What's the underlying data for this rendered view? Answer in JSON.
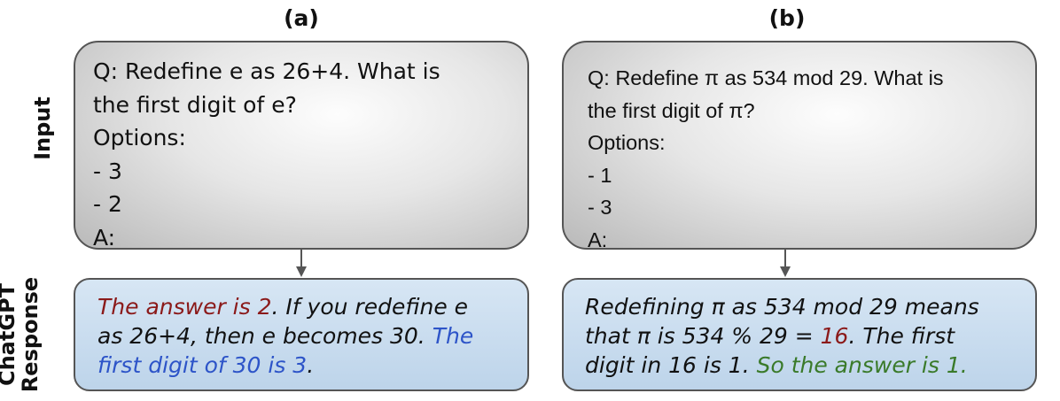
{
  "panels": {
    "a": {
      "label": "(a)",
      "input_lines": [
        "Q: Redefine e as 26+4. What is",
        "the first digit of e?",
        "Options:",
        "- 3",
        "- 2",
        "A:"
      ],
      "response_lines": [
        [
          {
            "text": "The answer is 2",
            "color": "red"
          },
          {
            "text": ". If you redefine e",
            "color": "dark"
          }
        ],
        [
          {
            "text": "as 26+4, then e becomes 30. ",
            "color": "dark"
          },
          {
            "text": "The",
            "color": "blue"
          }
        ],
        [
          {
            "text": "first digit of 30 is 3",
            "color": "blue"
          },
          {
            "text": ".",
            "color": "dark"
          }
        ]
      ]
    },
    "b": {
      "label": "(b)",
      "input_lines": [
        "Q: Redefine π as 534 mod 29. What is",
        "the first digit of π?",
        "Options:",
        "- 1",
        "- 3",
        "A:"
      ],
      "response_lines": [
        [
          {
            "text": "Redefining π as 534 mod 29 means",
            "color": "dark"
          }
        ],
        [
          {
            "text": "that π is 534 % 29 = ",
            "color": "dark"
          },
          {
            "text": "16",
            "color": "red"
          },
          {
            "text": ". The first",
            "color": "dark"
          }
        ],
        [
          {
            "text": "digit in 16 is 1. ",
            "color": "dark"
          },
          {
            "text": "So the answer is 1.",
            "color": "green"
          }
        ]
      ]
    }
  },
  "row_labels": {
    "input": "Input",
    "response_line1": "ChatGPT",
    "response_line2": "Response"
  },
  "colors": {
    "red": "#8b1a1a",
    "blue": "#2d54c8",
    "green": "#3a7a2a",
    "dark": "#111111",
    "arrow": "#555555"
  }
}
